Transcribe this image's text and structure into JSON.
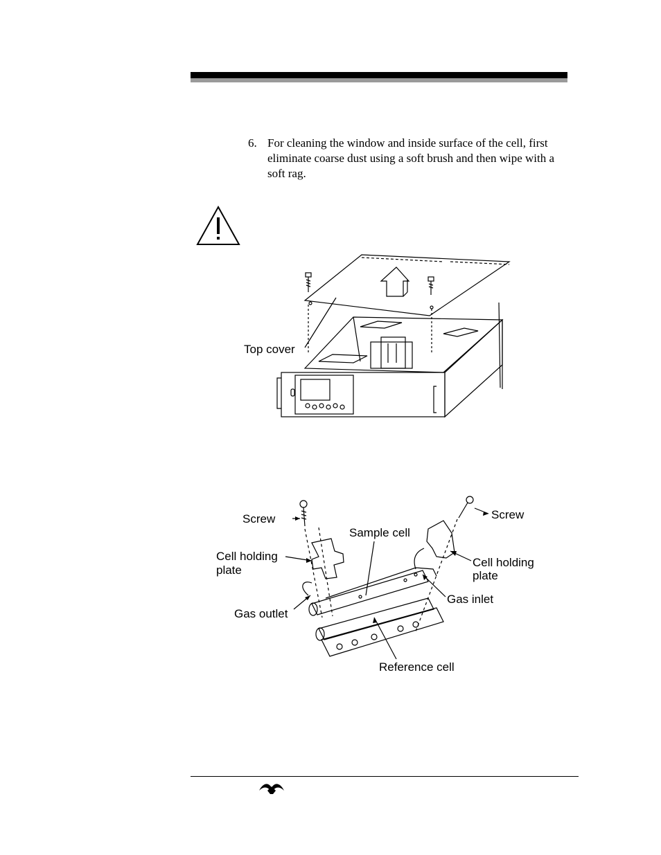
{
  "step": {
    "number": "6.",
    "text": "For cleaning the window and inside surface of the cell, first eliminate coarse dust using a soft brush and then wipe with a soft rag."
  },
  "figure1": {
    "top_cover_label": "Top cover"
  },
  "figure2": {
    "screw_left": "Screw",
    "screw_right": "Screw",
    "sample_cell": "Sample cell",
    "holding_plate_left_1": "Cell holding",
    "holding_plate_left_2": "plate",
    "holding_plate_right_1": "Cell holding",
    "holding_plate_right_2": "plate",
    "gas_inlet": "Gas inlet",
    "gas_outlet": "Gas outlet",
    "reference_cell": "Reference cell"
  },
  "icons": {
    "warning": "warning-triangle-icon",
    "logo": "teledyne-logo-icon"
  }
}
